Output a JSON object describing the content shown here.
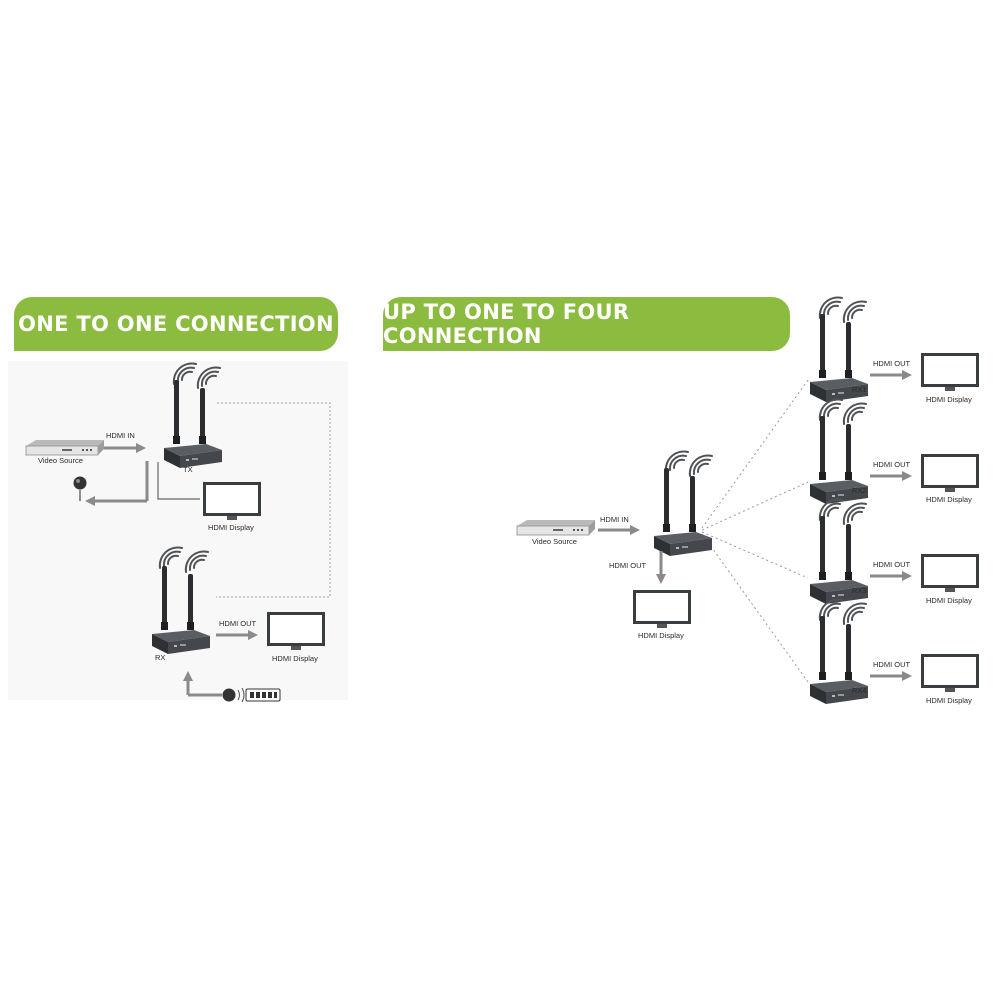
{
  "banners": {
    "left": "ONE TO ONE CONNECTION",
    "right": "UP TO ONE TO FOUR CONNECTION"
  },
  "one_to_one": {
    "video_source": "Video Source",
    "hdmi_in": "HDMI IN",
    "tx": "TX",
    "local_display": "HDMI Display",
    "rx": "RX",
    "hdmi_out": "HDMI OUT",
    "remote_display": "HDMI Display"
  },
  "one_to_four": {
    "video_source": "Video Source",
    "hdmi_in": "HDMI IN",
    "hdmi_out": "HDMI OUT",
    "local_display": "HDMI Display",
    "receivers": [
      {
        "label": "RX1",
        "hdmi_out": "HDMI OUT",
        "display": "HDMI Display"
      },
      {
        "label": "RX2",
        "hdmi_out": "HDMI OUT",
        "display": "HDMI Display"
      },
      {
        "label": "RX3",
        "hdmi_out": "HDMI OUT",
        "display": "HDMI Display"
      },
      {
        "label": "RX4",
        "hdmi_out": "HDMI OUT",
        "display": "HDMI Display"
      }
    ]
  },
  "colors": {
    "banner": "#8bbb3f",
    "banner_text": "#ffffff",
    "device_dark": "#3a3d40",
    "arrow": "#8a8a8a"
  },
  "icons": [
    "wifi-signal-icon",
    "antenna-icon",
    "tv-icon",
    "remote-control-icon",
    "ir-sensor-icon"
  ]
}
